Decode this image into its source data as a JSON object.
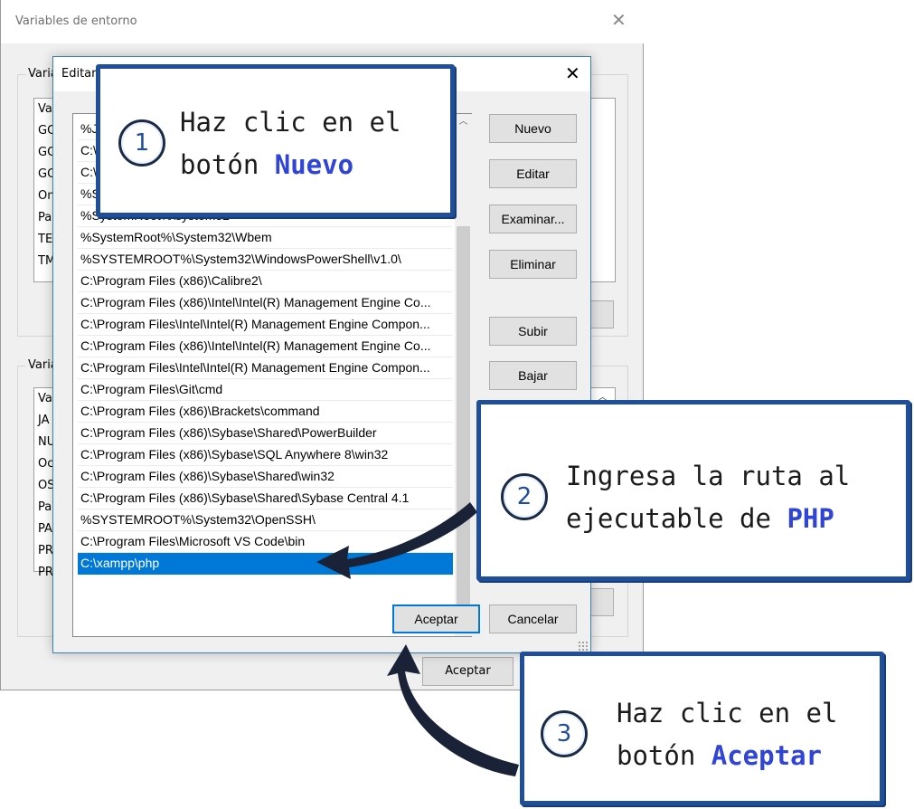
{
  "background_window": {
    "title": "Variables de entorno",
    "close_glyph": "✕",
    "user_group_label": "Varia",
    "user_vars": [
      "Va",
      "GC",
      "GC",
      "GC",
      "On",
      "Pa",
      "TE",
      "TM"
    ],
    "system_group_label": "Varia",
    "system_vars": [
      "Va",
      "JA",
      "NU",
      "Oc",
      "OS",
      "Pa",
      "PA",
      "PR",
      "PR"
    ],
    "ok_button": "Aceptar"
  },
  "dialog": {
    "title": "Editar",
    "close_glyph": "✕",
    "paths": [
      "%JAVA_HOME%\\bin",
      "C:\\ProgramData\\Oracle\\Java\\javapath",
      "C:\\Windows\\system32",
      "%SystemRoot%",
      "%SystemRoot%\\system32",
      "%SystemRoot%\\System32\\Wbem",
      "%SYSTEMROOT%\\System32\\WindowsPowerShell\\v1.0\\",
      "C:\\Program Files (x86)\\Calibre2\\",
      "C:\\Program Files (x86)\\Intel\\Intel(R) Management Engine Co...",
      "C:\\Program Files\\Intel\\Intel(R) Management Engine Compon...",
      "C:\\Program Files (x86)\\Intel\\Intel(R) Management Engine Co...",
      "C:\\Program Files\\Intel\\Intel(R) Management Engine Compon...",
      "C:\\Program Files\\Git\\cmd",
      "C:\\Program Files (x86)\\Brackets\\command",
      "C:\\Program Files (x86)\\Sybase\\Shared\\PowerBuilder",
      "C:\\Program Files (x86)\\Sybase\\SQL Anywhere 8\\win32",
      "C:\\Program Files (x86)\\Sybase\\Shared\\win32",
      "C:\\Program Files (x86)\\Sybase\\Shared\\Sybase Central 4.1",
      "%SYSTEMROOT%\\System32\\OpenSSH\\",
      "C:\\Program Files\\Microsoft VS Code\\bin",
      "C:\\xampp\\php"
    ],
    "selected_index": 20,
    "buttons": {
      "new": "Nuevo",
      "edit": "Editar",
      "browse": "Examinar...",
      "delete": "Eliminar",
      "up": "Subir",
      "down": "Bajar",
      "ok": "Aceptar",
      "cancel": "Cancelar"
    }
  },
  "annotations": [
    {
      "number": "1",
      "line1": "Haz clic en el",
      "line2_prefix": "botón ",
      "line2_highlight": "Nuevo"
    },
    {
      "number": "2",
      "line1": "Ingresa la ruta al",
      "line2_prefix": "ejecutable de ",
      "line2_highlight": "PHP"
    },
    {
      "number": "3",
      "line1": "Haz clic en el",
      "line2_prefix": "botón ",
      "line2_highlight": "Aceptar"
    }
  ],
  "colors": {
    "callout_border": "#1e4f98",
    "highlight_text": "#3044d6",
    "selection": "#0078d7",
    "arrow": "#1a2238"
  }
}
